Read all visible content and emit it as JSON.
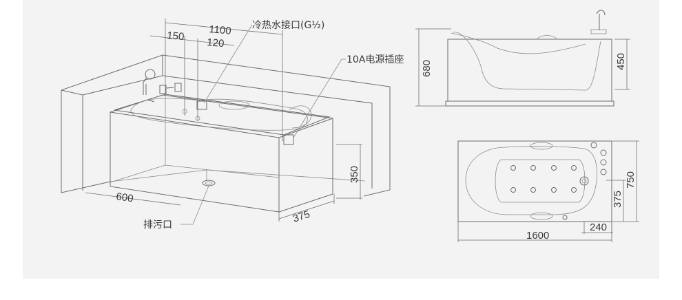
{
  "labels": {
    "width_1100": "1100",
    "dim_150": "150",
    "dim_120": "120",
    "inlet_label": "冷热水接口(G½)",
    "socket_label": "10A电源插座",
    "drain_label": "排污口",
    "depth_600": "600",
    "height_350": "350",
    "dim_375_persp": "375",
    "height_680": "680",
    "height_450": "450",
    "width_750": "750",
    "dim_375_plan": "375",
    "dim_240": "240",
    "length_1600": "1600"
  }
}
